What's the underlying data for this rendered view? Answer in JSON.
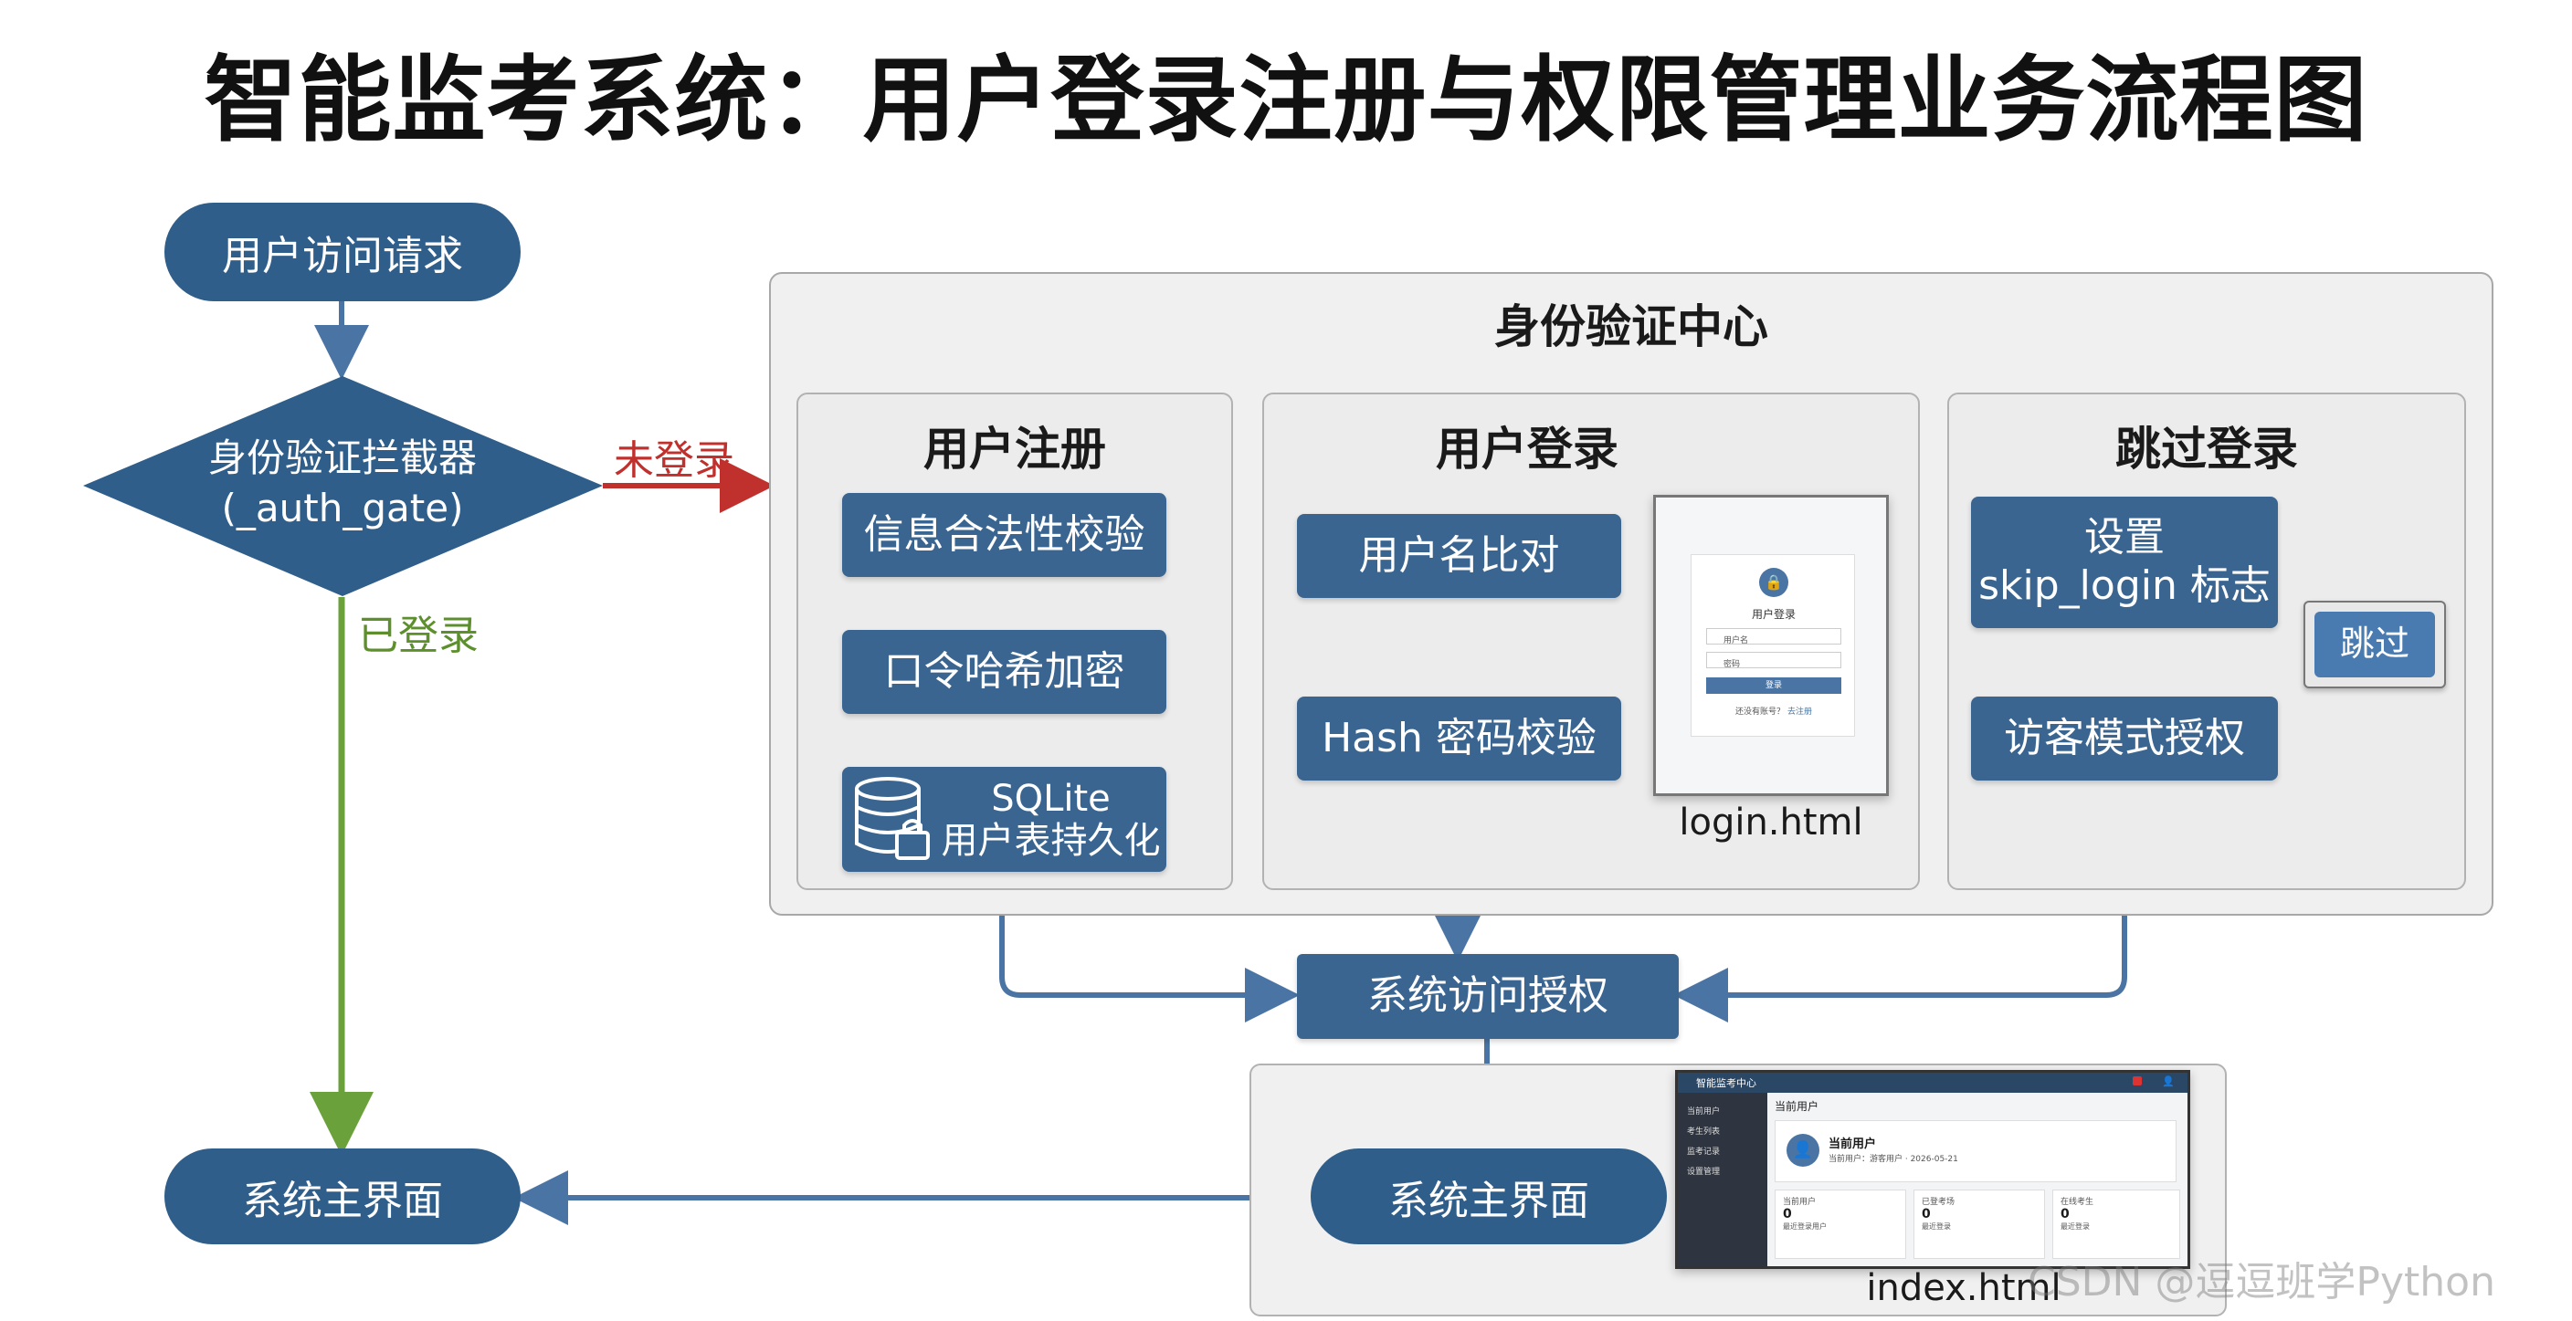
{
  "title": "智能监考系统：用户登录注册与权限管理业务流程图",
  "start": "用户访问请求",
  "gate": {
    "line1": "身份验证拦截器",
    "line2": "(_auth_gate)"
  },
  "edge_not_logged": "未登录",
  "edge_logged": "已登录",
  "auth_center": "身份验证中心",
  "register": {
    "title": "用户注册",
    "step1": "信息合法性校验",
    "step2": "口令哈希加密",
    "step3_line1": "SQLite",
    "step3_line2": "用户表持久化"
  },
  "login": {
    "title": "用户登录",
    "step1": "用户名比对",
    "step2": "Hash 密码校验",
    "mock_title": "用户登录",
    "mock_username": "用户名",
    "mock_password": "密码",
    "mock_button": "登录",
    "mock_footer": "还没有账号？",
    "mock_footer_link": "去注册",
    "caption": "login.html"
  },
  "skip": {
    "title": "跳过登录",
    "step1_line1": "设置",
    "step1_line2": "skip_login 标志",
    "step2": "访客模式授权",
    "button": "跳过"
  },
  "grant": "系统访问授权",
  "main_inner": "系统主界面",
  "main_outer": "系统主界面",
  "index": {
    "app_name": "智能监考中心",
    "nav": [
      "当前用户",
      "考生列表",
      "监考记录",
      "设置管理"
    ],
    "header": "当前用户",
    "user_title": "当前用户",
    "user_sub": "当前用户：游客用户 · 2026-05-21",
    "stats": [
      {
        "label": "当前用户",
        "value": "0",
        "sub": "最近登录用户"
      },
      {
        "label": "已登考场",
        "value": "0",
        "sub": "最近登录"
      },
      {
        "label": "在线考生",
        "value": "0",
        "sub": "最近登录"
      }
    ],
    "caption": "index.html"
  },
  "watermark": "CSDN @逗逗班学Python",
  "colors": {
    "node": "#2f5e8a",
    "arrow_blue": "#4a74a3",
    "arrow_red": "#c0302c",
    "arrow_green": "#6aa13a"
  }
}
